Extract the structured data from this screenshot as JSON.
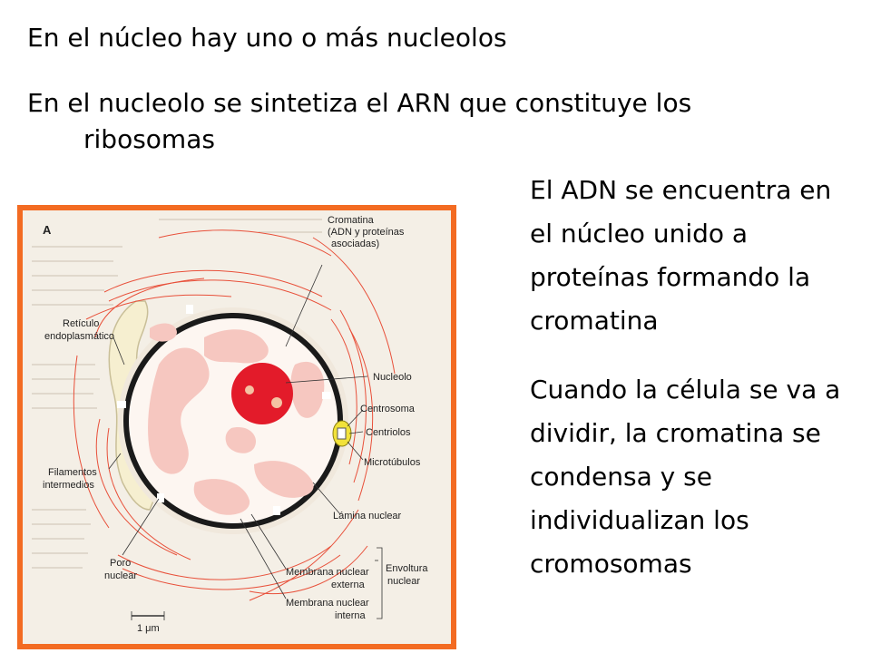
{
  "text": {
    "bullet1": "En el núcleo hay uno o más nucleolos",
    "bullet2_line1": "En el nucleolo se sintetiza el ARN que constituye los",
    "bullet2_line2": "ribosomas",
    "right1": "El ADN se encuentra en el núcleo unido a proteínas formando la cromatina",
    "right2": "Cuando la célula se va a dividir, la cromatina se condensa y se individualizan los cromosomas"
  },
  "figure": {
    "panel_letter": "A",
    "labels": {
      "cromatina_1": "Cromatina",
      "cromatina_2": "(ADN y proteínas",
      "cromatina_3": "asociadas)",
      "reticulo_1": "Retículo",
      "reticulo_2": "endoplasmático",
      "nucleolo": "Nucleolo",
      "centrosoma": "Centrosoma",
      "centriolos": "Centriolos",
      "microtubulos": "Microtúbulos",
      "filamentos_1": "Filamentos",
      "filamentos_2": "intermedios",
      "lamina": "Lámina nuclear",
      "poro_1": "Poro",
      "poro_2": "nuclear",
      "mem_ext_1": "Membrana nuclear",
      "mem_ext_2": "externa",
      "mem_int_1": "Membrana nuclear",
      "mem_int_2": "interna",
      "envoltura_1": "Envoltura",
      "envoltura_2": "nuclear",
      "scale": "1 μm"
    },
    "colors": {
      "frame": "#f36b22",
      "nucleolus": "#e31b2a",
      "fibers": "#e8503a",
      "chromatin": "#f6c7c0",
      "centrosome": "#f2e23a"
    }
  }
}
